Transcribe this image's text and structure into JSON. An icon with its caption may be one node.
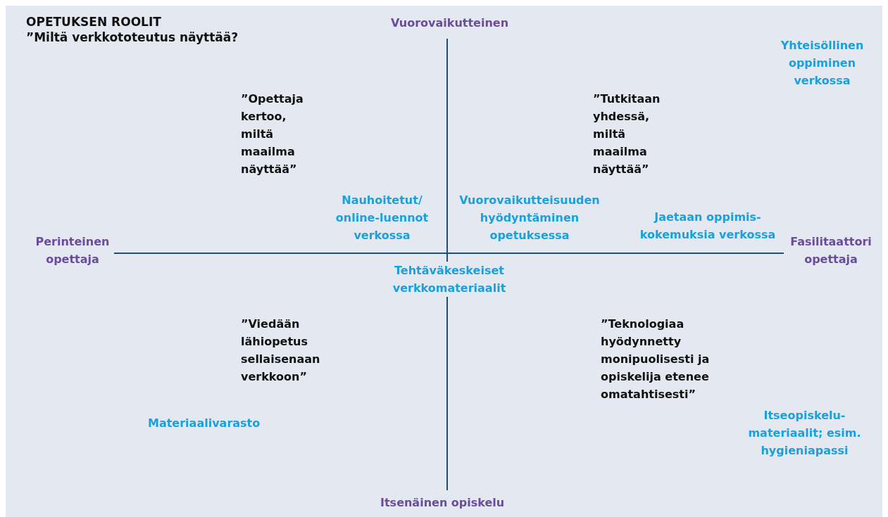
{
  "diagram": {
    "title": "OPETUKSEN ROOLIT",
    "labels": [
      "”Miltä verkkototeutus näyttää?",
      "Vuorovaikutteinen",
      "Yhteisöllinen oppiminen verkossa",
      "”Opettaja kertoo, miltä maailma näyttää”",
      "”Tutkitaan yhdessä, miltä maailma näyttää”",
      "Nauhoitetut/ online-luennot verkossa",
      "Vuorovaikutteisuuden hyödyntäminen opetuksessa",
      "Jaetaan oppimis- kokemuksia verkossa",
      "Perinteinen opettaja",
      "Fasilitaattori opettaja",
      "Tehtäväkeskeiset verkkomateriaalit",
      "”Viedään lähiopetus sellaisenaan verkkoon”",
      "”Teknologiaa hyödynnetty monipuolisesti ja opiskelija etenee omatahtisesti”",
      "Materiaalivarasto",
      "Itseopiskelu- materiaalit; esim. hygieniapassi",
      "Itsenäinen opiskelu"
    ]
  }
}
